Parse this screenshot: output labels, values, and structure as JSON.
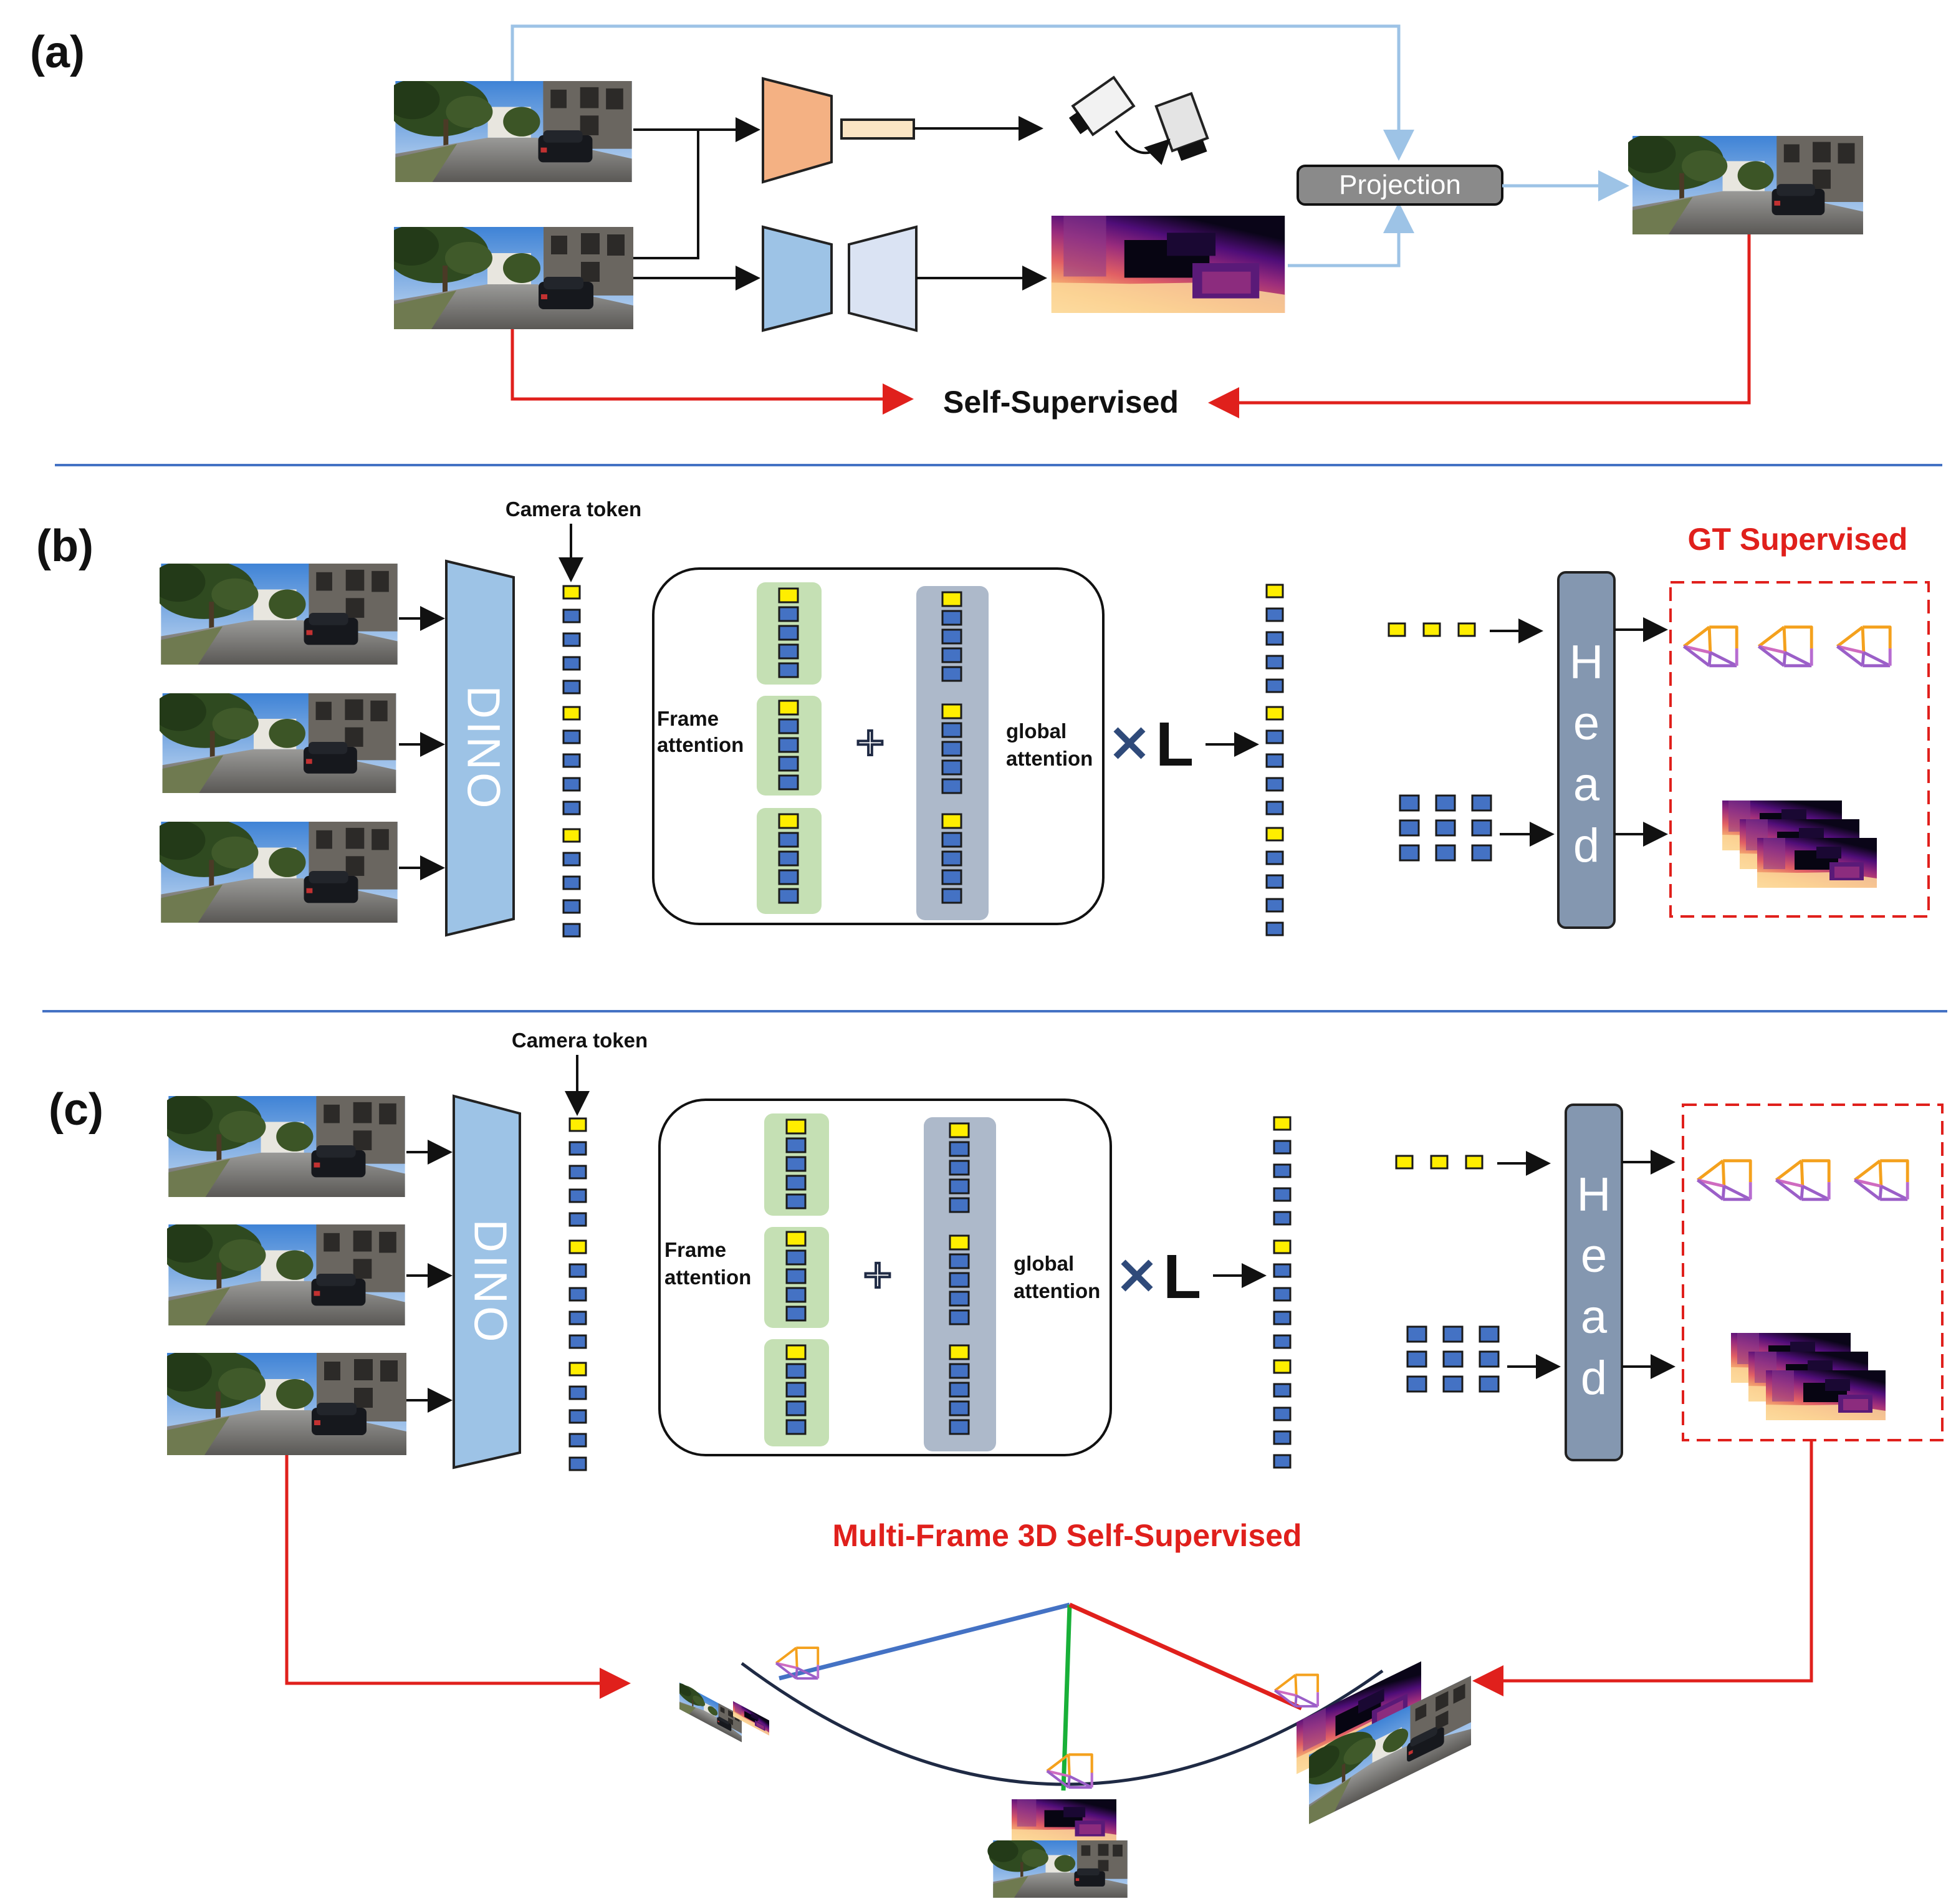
{
  "panel_a": {
    "label": "(a)",
    "projection_label": "Projection",
    "self_supervised_label": "Self-Supervised"
  },
  "panel_b": {
    "label": "(b)",
    "camera_token_label": "Camera token",
    "dino_label": "DINO",
    "frame_attention_label_1": "Frame",
    "frame_attention_label_2": "attention",
    "global_attention_label_1": "global",
    "global_attention_label_2": "attention",
    "repeat_label": "L",
    "head_label": [
      "H",
      "e",
      "a",
      "d"
    ],
    "supervision_label": "GT Supervised"
  },
  "panel_c": {
    "label": "(c)",
    "camera_token_label": "Camera token",
    "dino_label": "DINO",
    "frame_attention_label_1": "Frame",
    "frame_attention_label_2": "attention",
    "global_attention_label_1": "global",
    "global_attention_label_2": "attention",
    "repeat_label": "L",
    "head_label": [
      "H",
      "e",
      "a",
      "d"
    ],
    "supervision_label": "Multi-Frame 3D Self-Supervised"
  },
  "colors": {
    "camera_token": "#ffee00",
    "patch_token": "#4472c4",
    "dino_fill": "#9dc3e6",
    "head_fill": "#8497b0",
    "frame_attention_bg": "#c5e0b4",
    "global_attention_bg": "#adb9ca",
    "pose_encoder": "#f4b183",
    "depth_encoder": "#9dc3e6",
    "depth_decoder": "#dae3f3",
    "pose_feature": "#fbe5c4",
    "flow_arrow_light": "#9dc3e6",
    "supervision_red": "#e0201c",
    "divider": "#4472c4",
    "traj_blue": "#4472c4",
    "traj_green": "#18b038",
    "traj_red": "#e0201c",
    "traj_curve": "#1f2a44",
    "cam_orange": "#f4a11d",
    "cam_purple": "#9b5fc8"
  }
}
